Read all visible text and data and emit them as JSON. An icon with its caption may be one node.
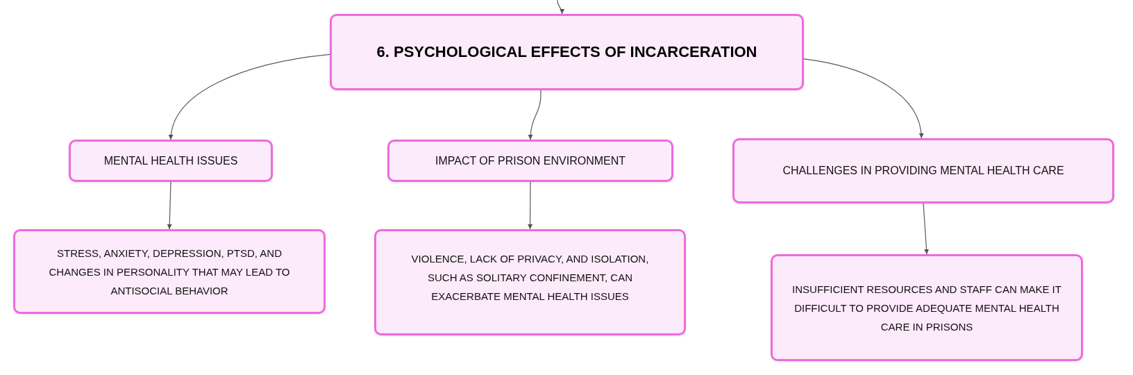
{
  "diagram": {
    "nodes": [
      {
        "text": [
          "6. PSYCHOLOGICAL EFFECTS OF INCARCERATION"
        ]
      },
      {
        "text": [
          "MENTAL HEALTH ISSUES"
        ]
      },
      {
        "text": [
          "IMPACT OF PRISON ENVIRONMENT"
        ]
      },
      {
        "text": [
          "CHALLENGES IN PROVIDING MENTAL HEALTH CARE"
        ]
      },
      {
        "text": [
          "STRESS, ANXIETY, DEPRESSION, PTSD, AND CHANGES IN PERSONALITY THAT MAY LEAD TO ANTISOCIAL BEHAVIOR"
        ]
      },
      {
        "text": [
          "VIOLENCE, LACK OF PRIVACY, AND ISOLATION, SUCH AS SOLITARY CONFINEMENT, CAN EXACERBATE MENTAL HEALTH ISSUES"
        ]
      },
      {
        "text": [
          "INSUFFICIENT RESOURCES AND STAFF CAN MAKE IT DIFFICULT TO PROVIDE ADEQUATE MENTAL HEALTH CARE IN PRISONS"
        ]
      }
    ],
    "edges": [
      {
        "from": null,
        "to": 0,
        "arrow": "to"
      },
      {
        "from": 0,
        "to": 1,
        "arrow": "to"
      },
      {
        "from": 0,
        "to": 2,
        "arrow": "to"
      },
      {
        "from": 0,
        "to": 3,
        "arrow": "to"
      },
      {
        "from": 1,
        "to": 4,
        "arrow": "to"
      },
      {
        "from": 2,
        "to": 5,
        "arrow": "to"
      },
      {
        "from": 3,
        "to": 6,
        "arrow": "to"
      }
    ]
  }
}
